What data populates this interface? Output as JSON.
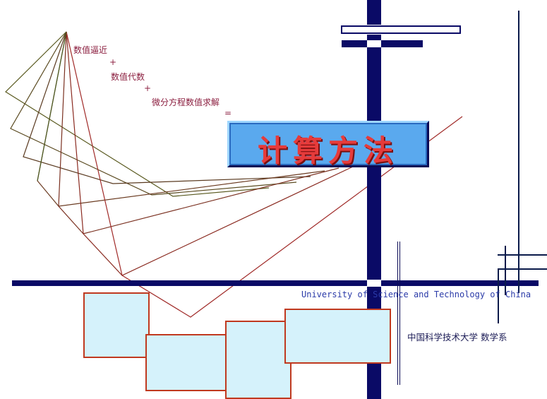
{
  "formula": {
    "line1": "数值逼近",
    "plus1": "+",
    "line2": "数值代数",
    "plus2": "+",
    "line3": "微分方程数值求解",
    "equals": "="
  },
  "title": "计算方法",
  "university": "University of Science and Technology of China",
  "department": "中国科学技术大学 数学系",
  "colors": {
    "navy": "#0a0a66",
    "title_fill": "#5aa9ee",
    "title_text": "#e63b3b",
    "card_fill": "#d5f2fb",
    "card_border": "#c0391f"
  }
}
